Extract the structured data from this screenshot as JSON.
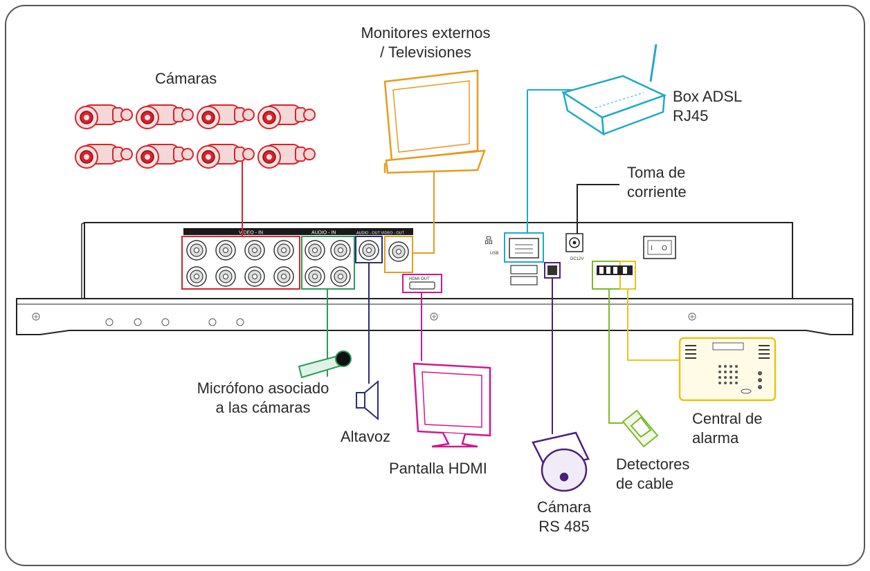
{
  "labels": {
    "cameras": "Cámaras",
    "monitors_line1": "Monitores externos",
    "monitors_line2": "/ Televisiones",
    "router_line1": "Box ADSL",
    "router_line2": "RJ45",
    "power_line1": "Toma de",
    "power_line2": "corriente",
    "mic_line1": "Micrófono asociado",
    "mic_line2": "a las cámaras",
    "speaker": "Altavoz",
    "hdmi_screen": "Pantalla HDMI",
    "ptz_line1": "Cámara",
    "ptz_line2": "RS 485",
    "detectors_line1": "Detectores",
    "detectors_line2": "de cable",
    "alarm_line1": "Central de",
    "alarm_line2": "alarma"
  },
  "panel_labels": {
    "video_in": "VIDEO - IN",
    "audio_in": "AUDIO - IN",
    "audio_out": "AUDIO - OUT  VIDEO - OUT",
    "hdmi": "HDMI OUT",
    "usb": "USB",
    "dc": "DC12V"
  },
  "colors": {
    "frame": "#555555",
    "cameras": "#d9222a",
    "audio_in": "#2a9a5a",
    "audio_out": "#2b2b7a",
    "video_out": "#e79a1c",
    "hdmi": "#d0178f",
    "network": "#1fa9c9",
    "power": "#222222",
    "rs485": "#4b1f7a",
    "alarm_out": "#e6c41a",
    "alarm_in": "#7cba2c"
  }
}
